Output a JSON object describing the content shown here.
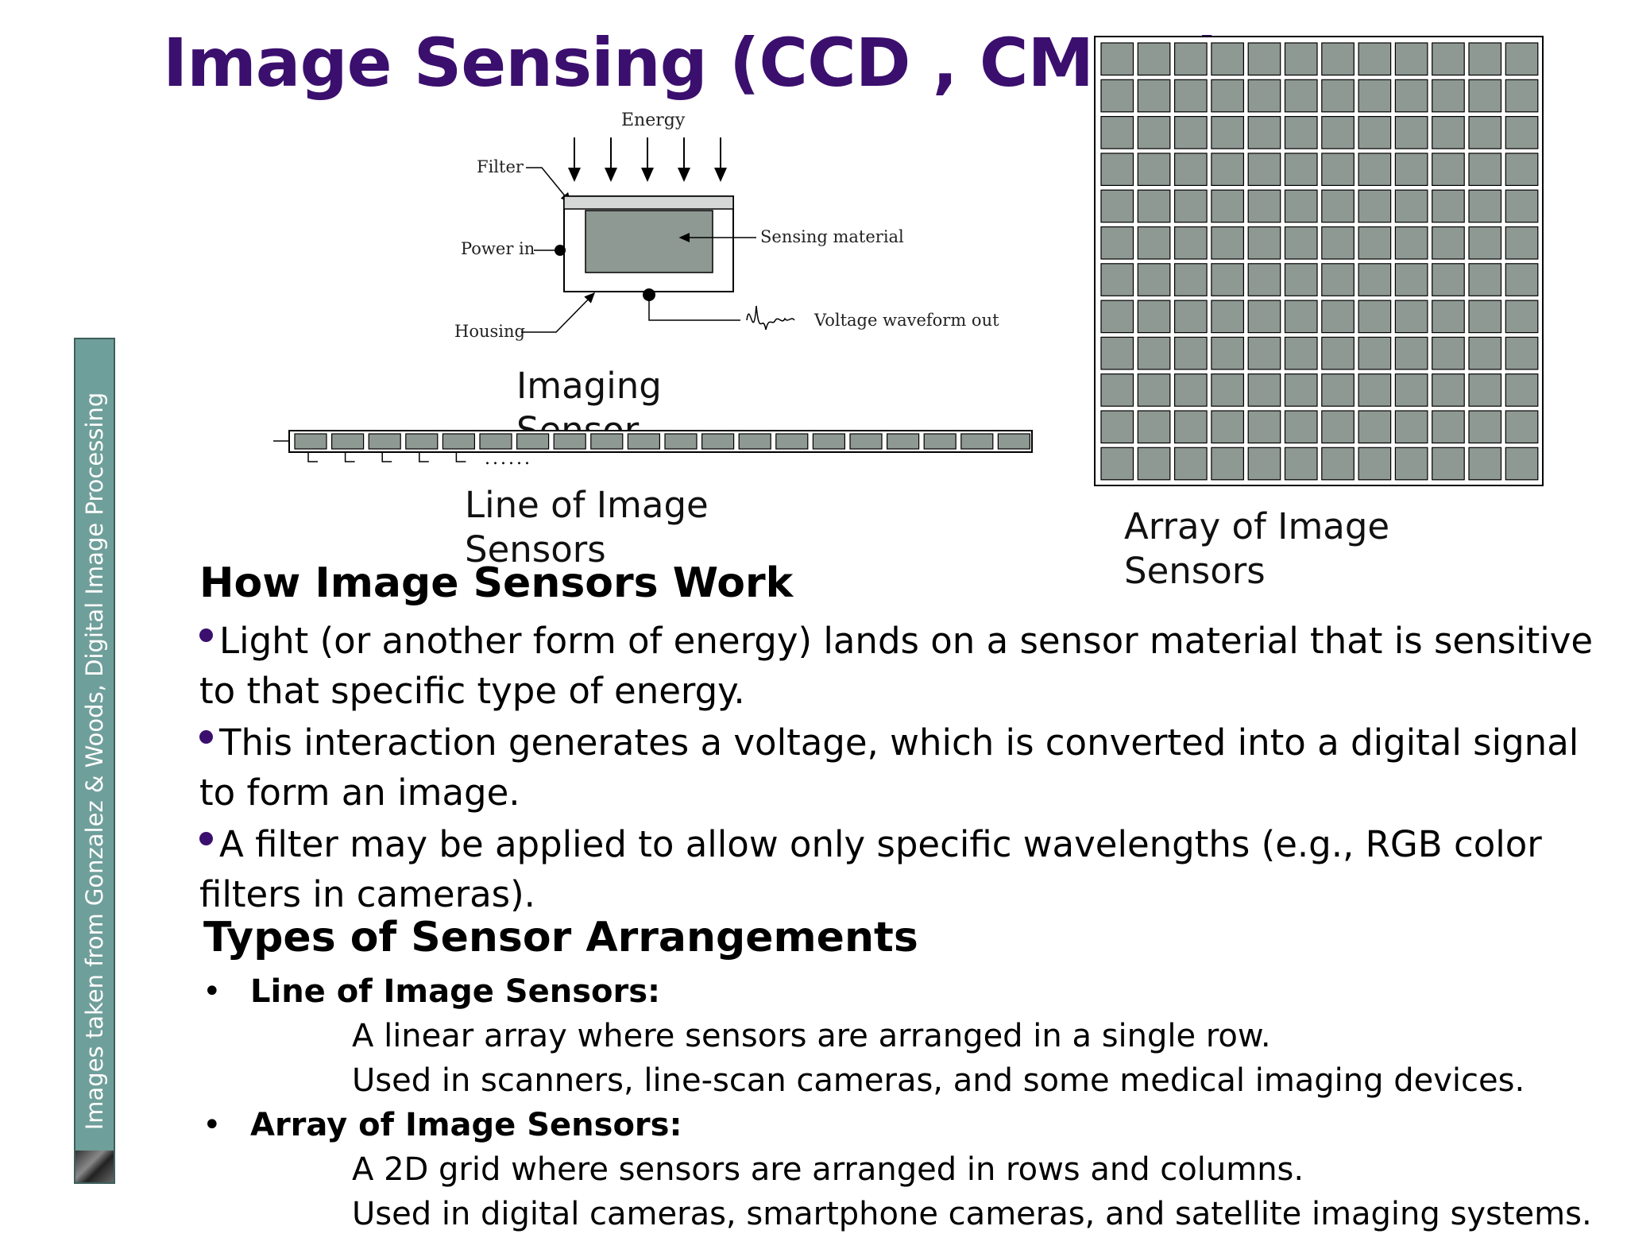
{
  "title": "Image Sensing (CCD , CMOS)",
  "side_note": "Images taken from Gonzalez & Woods, Digital Image Processing",
  "sensor_diagram": {
    "energy": "Energy",
    "filter": "Filter",
    "power_in": "Power in",
    "housing": "Housing",
    "sensing_material": "Sensing material",
    "voltage_out": "Voltage waveform out"
  },
  "captions": {
    "imaging_sensor": "Imaging\nSensor",
    "line_sensors": "Line of Image\nSensors",
    "array_sensors": "Array of Image\nSensors"
  },
  "line_dots": "......",
  "how_it_works": {
    "heading": "How Image Sensors Work",
    "bullets": [
      "Light (or another form of energy) lands on a sensor material that is sensitive to that specific type of energy.",
      "This interaction generates a voltage, which is converted into a digital signal to form an image.",
      "A filter may be applied to allow only specific wavelengths (e.g., RGB color filters in cameras)."
    ]
  },
  "arrangements": {
    "heading": "Types of Sensor Arrangements",
    "items": [
      {
        "label": "Line of Image Sensors:",
        "details": [
          "A linear array where sensors are arranged in a single row.",
          "Used in scanners, line-scan cameras, and some medical imaging devices."
        ]
      },
      {
        "label": "Array of Image Sensors:",
        "details": [
          "A 2D grid where sensors are arranged in rows and columns.",
          "Used in digital cameras, smartphone cameras, and satellite imaging systems."
        ]
      }
    ]
  },
  "colors": {
    "title": "#3b0f6e",
    "sensor_fill": "#8f9993",
    "banner": "#6f9f9a"
  }
}
